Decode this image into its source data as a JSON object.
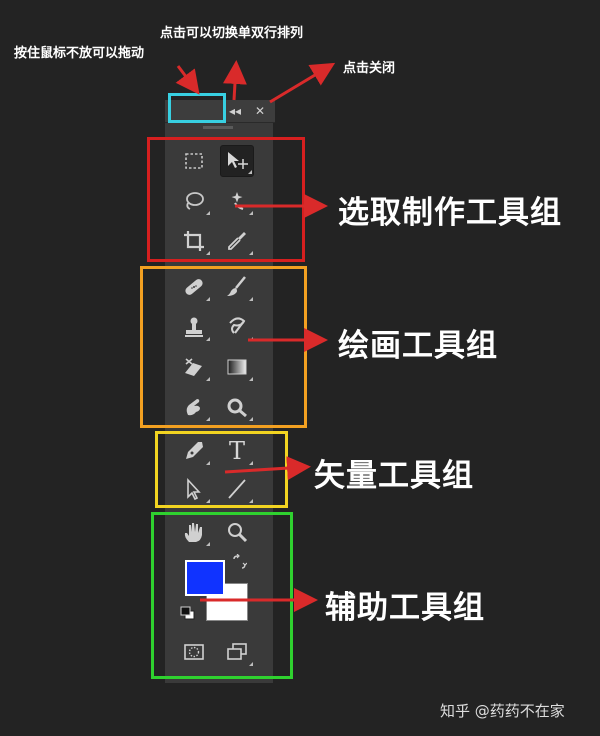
{
  "annotations": {
    "drag_note": "按住鼠标不放可以拖动",
    "toggle_note": "点击可以切换单双行排列",
    "close_note": "点击关闭"
  },
  "panel": {
    "collapse_label": "◂◂",
    "close_label": "✕"
  },
  "groups": {
    "selection": "选取制作工具组",
    "painting": "绘画工具组",
    "vector": "矢量工具组",
    "auxiliary": "辅助工具组"
  },
  "tools": {
    "type_tool_glyph": "T"
  },
  "colors": {
    "foreground": "#1033ff",
    "background": "#ffffff",
    "selection_box": "#d61f1f",
    "painting_box": "#f2a021",
    "vector_box": "#f2d421",
    "auxiliary_box": "#2fd12f",
    "drag_box": "#38d0e2",
    "arrow": "#d92a2a"
  },
  "watermark": "知乎 @药药不在家"
}
